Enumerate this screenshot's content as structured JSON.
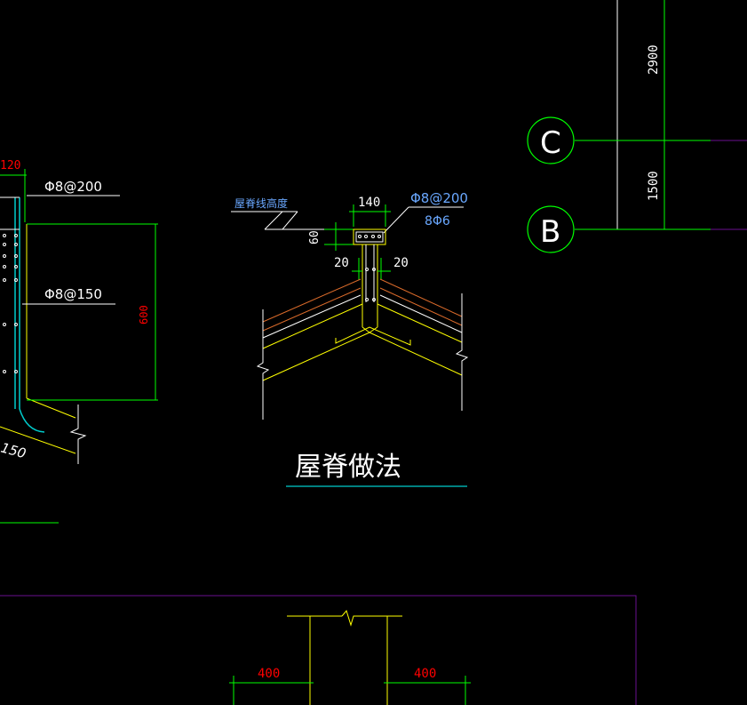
{
  "drawing": {
    "title": "屋脊做法",
    "ridge_height_label": "屋脊线高度",
    "dim_width": "140",
    "dim_height": "60",
    "dim_left_offset": "20",
    "dim_right_offset": "20",
    "stirrup_spec": "Φ8@200",
    "main_rebar_spec": "8Φ6"
  },
  "left_detail": {
    "dim_top": "120",
    "top_rebar_spec": "Φ8@200",
    "mid_rebar_spec": "Φ8@150",
    "dim_height": "600",
    "slope_dim": "150"
  },
  "grid": {
    "axis_c": "C",
    "axis_b": "B",
    "dim_upper": "2900",
    "dim_lower": "1500"
  },
  "bottom_detail": {
    "dim_left": "400",
    "dim_right": "400"
  },
  "colors": {
    "background": "#000000",
    "white": "#ffffff",
    "green": "#00ff00",
    "yellow": "#ffff00",
    "cyan": "#00ffff",
    "red": "#ff0000",
    "blue_text": "#6aa8ff",
    "magenta": "#6a0f8f",
    "orange": "#d96a2a"
  }
}
